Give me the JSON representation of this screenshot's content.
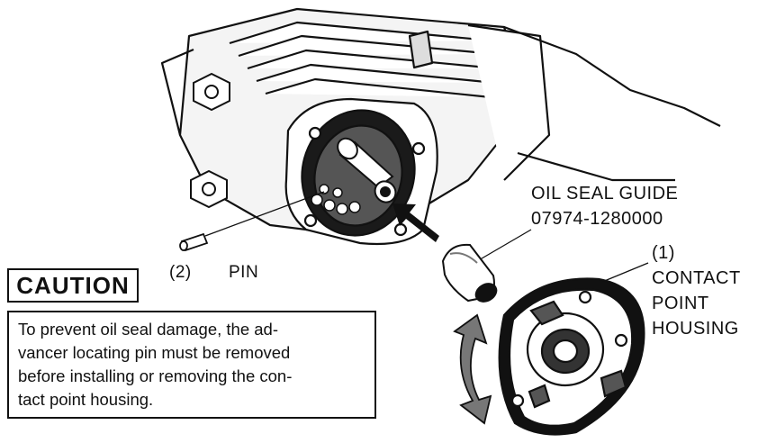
{
  "labels": {
    "pin_number": "(2)",
    "pin_name": "PIN",
    "tool_name": "OIL SEAL GUIDE",
    "tool_part_number": "07974-1280000",
    "housing_number": "(1)",
    "housing_line1": "CONTACT",
    "housing_line2": "POINT",
    "housing_line3": "HOUSING"
  },
  "caution": {
    "title": "CAUTION",
    "lines": [
      "To prevent oil seal damage, the ad-",
      "vancer locating pin must be removed",
      "before installing or removing the con-",
      "tact point housing."
    ]
  },
  "colors": {
    "ink": "#111111",
    "paper": "#ffffff",
    "shade": "#7a7a7a"
  }
}
